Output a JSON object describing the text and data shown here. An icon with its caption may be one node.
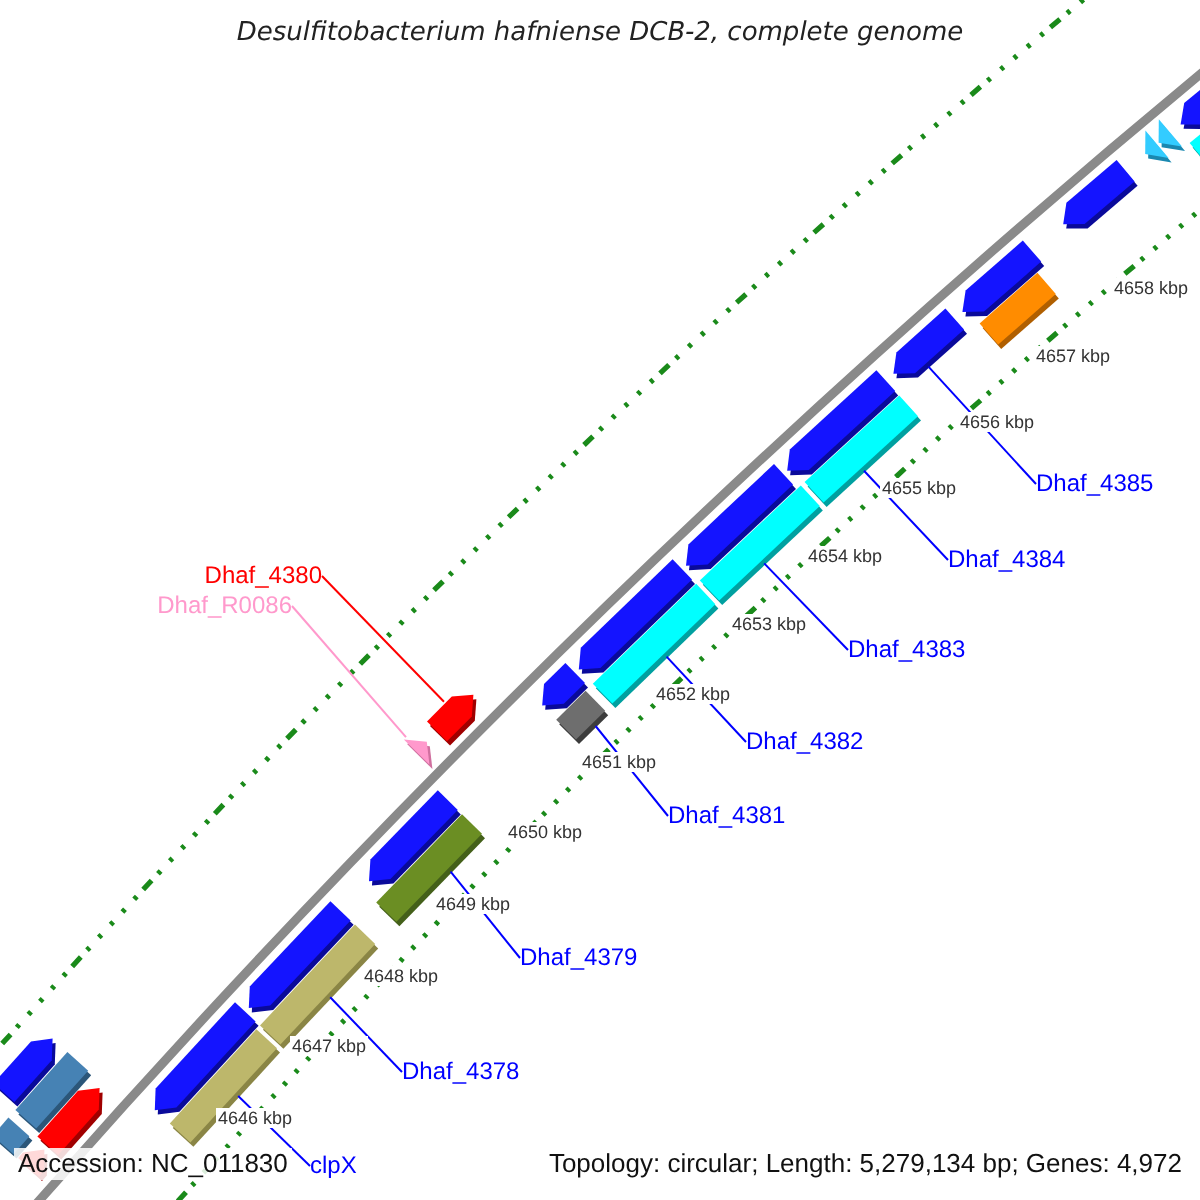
{
  "diagram": {
    "title": "Desulfitobacterium hafniense DCB-2, complete genome",
    "nodes": [
      {
        "text": [
          "Dhaf_4385"
        ]
      },
      {
        "text": [
          "Dhaf_4384"
        ]
      },
      {
        "text": [
          "Dhaf_4380"
        ]
      },
      {
        "text": [
          "Dhaf_R0086"
        ]
      },
      {
        "text": [
          "Dhaf_4383"
        ]
      },
      {
        "text": [
          "Dhaf_4382"
        ]
      },
      {
        "text": [
          "Dhaf_4381"
        ]
      },
      {
        "text": [
          "Dhaf_4379"
        ]
      },
      {
        "text": [
          "Dhaf_4378"
        ]
      },
      {
        "text": [
          "clpX"
        ]
      },
      {
        "text": [],
        "shape": "arrow"
      },
      {
        "text": [],
        "shape": "box"
      },
      {
        "text": [],
        "shape": "triangle"
      },
      {
        "text": [],
        "shape": "triangle"
      },
      {
        "text": [],
        "shape": "arrow"
      },
      {
        "text": [],
        "shape": "arrow"
      },
      {
        "text": [],
        "shape": "box"
      },
      {
        "text": [],
        "shape": "arrow"
      },
      {
        "text": [],
        "shape": "box"
      },
      {
        "text": [],
        "shape": "arrow"
      },
      {
        "text": [],
        "shape": "box"
      },
      {
        "text": [],
        "shape": "arrow"
      },
      {
        "text": [],
        "shape": "box"
      },
      {
        "text": [],
        "shape": "arrow"
      },
      {
        "text": [],
        "shape": "arrow"
      },
      {
        "text": [],
        "shape": "box"
      },
      {
        "text": [],
        "shape": "arrow"
      },
      {
        "text": [],
        "shape": "triangle"
      },
      {
        "text": [],
        "shape": "arrow"
      },
      {
        "text": [],
        "shape": "box"
      },
      {
        "text": [],
        "shape": "arrow"
      },
      {
        "text": [],
        "shape": "box"
      },
      {
        "text": [],
        "shape": "arrow"
      },
      {
        "text": [],
        "shape": "box"
      },
      {
        "text": [],
        "shape": "arrow"
      },
      {
        "text": [],
        "shape": "box"
      },
      {
        "text": [],
        "shape": "arrow"
      },
      {
        "text": [],
        "shape": "box"
      },
      {
        "text": [],
        "shape": "arrow"
      }
    ],
    "edges": [
      {
        "from": 0,
        "to": 17,
        "arrow": "none"
      },
      {
        "from": 1,
        "to": 18,
        "arrow": "none"
      },
      {
        "from": 2,
        "to": 26,
        "arrow": "none",
        "color": "#ff0000"
      },
      {
        "from": 3,
        "to": 27,
        "arrow": "none",
        "color": "#ff99cc"
      },
      {
        "from": 4,
        "to": 20,
        "arrow": "none"
      },
      {
        "from": 5,
        "to": 22,
        "arrow": "none"
      },
      {
        "from": 6,
        "to": 25,
        "arrow": "none"
      },
      {
        "from": 7,
        "to": 29,
        "arrow": "none"
      },
      {
        "from": 8,
        "to": 31,
        "arrow": "none"
      },
      {
        "from": 9,
        "to": 33,
        "arrow": "none"
      }
    ],
    "labels": [
      "4658 kbp",
      "4657 kbp",
      "4656 kbp",
      "4655 kbp",
      "4654 kbp",
      "4653 kbp",
      "4652 kbp",
      "4651 kbp",
      "4650 kbp",
      "4649 kbp",
      "4648 kbp",
      "4647 kbp",
      "4646 kbp",
      "Accession: NC_011830",
      "Topology: circular; Length: 5,279,134 bp; Genes: 4,972"
    ]
  }
}
